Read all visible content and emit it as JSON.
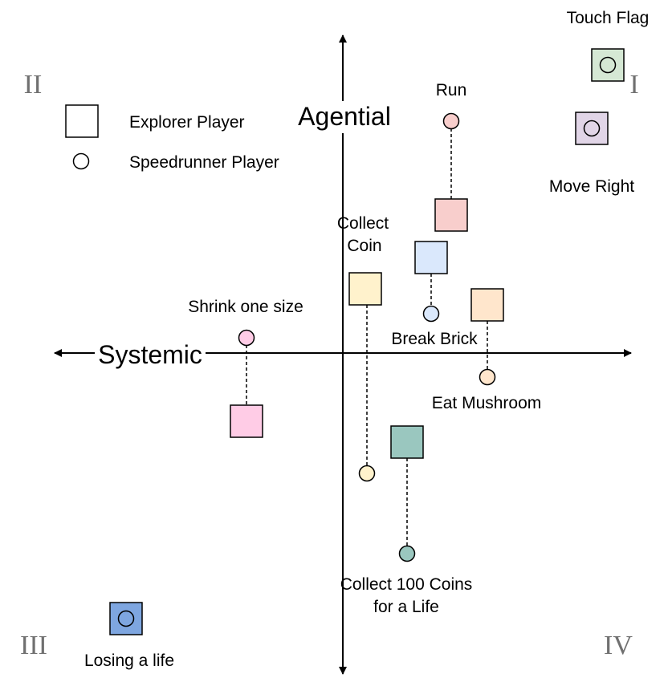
{
  "axes": {
    "vertical_label": "Agential",
    "horizontal_label": "Systemic"
  },
  "quadrants": {
    "q1": "I",
    "q2": "II",
    "q3": "III",
    "q4": "IV"
  },
  "legend": {
    "explorer": "Explorer Player",
    "speedrunner": "Speedrunner Player"
  },
  "events": {
    "touch_flag": {
      "label": "Touch Flag",
      "color": "#d5e8d4"
    },
    "move_right": {
      "label": "Move Right",
      "color": "#e1d5e7"
    },
    "run": {
      "label": "Run",
      "color": "#f8cecc"
    },
    "collect_coin": {
      "label_line1": "Collect",
      "label_line2": "Coin",
      "color": "#fff2cc"
    },
    "break_brick": {
      "label": "Break Brick",
      "color": "#dae8fc"
    },
    "eat_mushroom": {
      "label": "Eat Mushroom",
      "color": "#ffe6cc"
    },
    "shrink": {
      "label": "Shrink one size",
      "color": "#ffcce6"
    },
    "collect_100": {
      "label_line1": "Collect 100 Coins",
      "label_line2": "for a Life",
      "color": "#9ac7bf"
    },
    "losing_life": {
      "label": "Losing a life",
      "color": "#7ea6e0"
    }
  }
}
